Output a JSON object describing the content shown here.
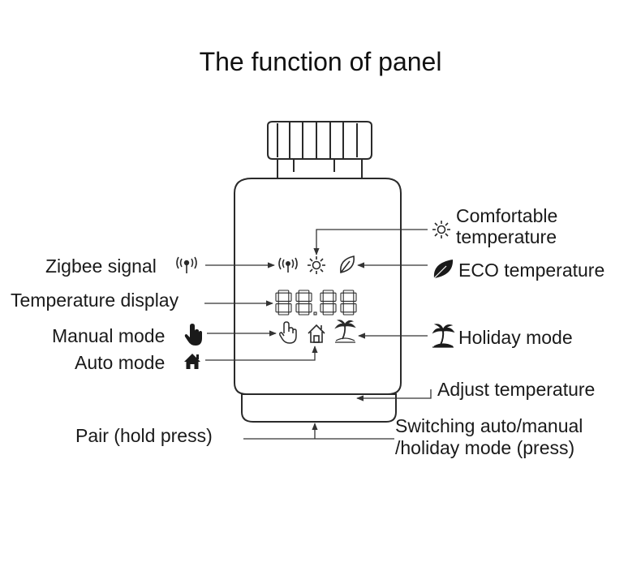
{
  "title": "The function of panel",
  "display_digits": "88.88",
  "labels": {
    "zigbee_signal": "Zigbee signal",
    "temperature_display": "Temperature display",
    "manual_mode": "Manual mode",
    "auto_mode": "Auto mode",
    "pair": "Pair (hold press)",
    "comfortable_temperature_line1": "Comfortable",
    "comfortable_temperature_line2": "temperature",
    "eco_temperature": "ECO temperature",
    "holiday_mode": "Holiday mode",
    "adjust_temperature": "Adjust temperature",
    "switching_line1": "Switching auto/manual",
    "switching_line2": "/holiday mode (press)"
  },
  "icons": {
    "zigbee_signal": "antenna-signal-icon",
    "comfortable_temperature": "sun-icon",
    "eco_temperature": "leaf-icon",
    "manual_mode": "hand-pointer-icon",
    "auto_mode": "house-icon",
    "holiday_mode": "palm-tree-icon"
  }
}
